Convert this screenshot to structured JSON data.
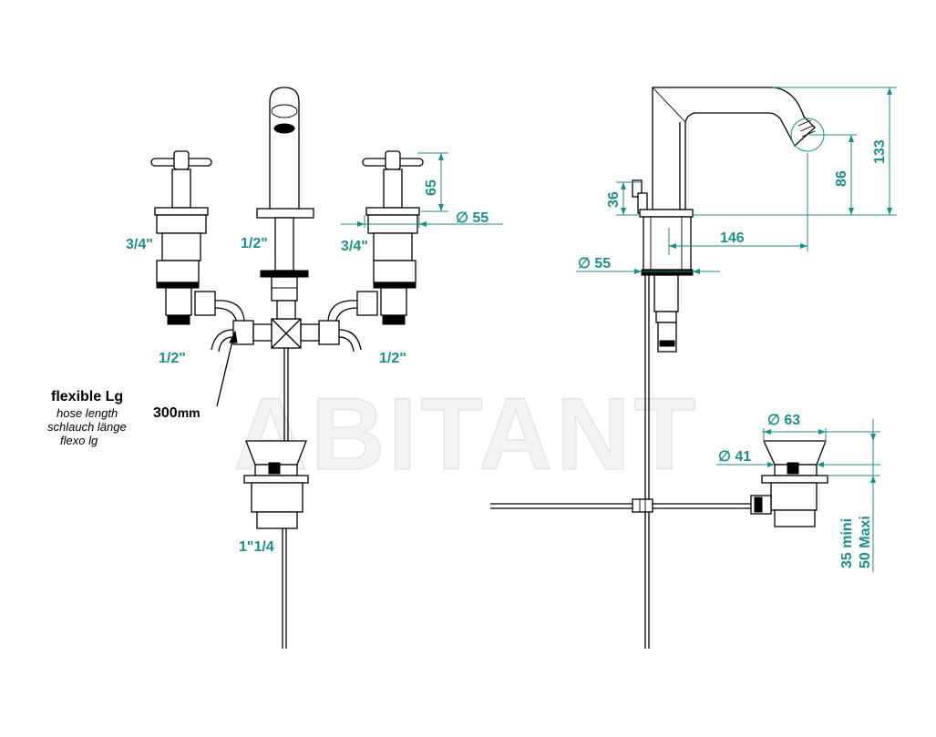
{
  "watermark": "ABITANT",
  "front_view": {
    "labels": {
      "left_inlet": "3/4\"",
      "spout_inlet": "1/2\"",
      "right_inlet": "3/4\"",
      "left_outlet": "1/2\"",
      "right_outlet": "1/2\"",
      "waste": "1\"1/4"
    },
    "dimensions": {
      "handle_height": "65",
      "flange_diameter": "∅  55"
    },
    "hose_note": {
      "title": "flexible Lg",
      "lines": [
        "hose length",
        "schlauch länge",
        "flexo lg"
      ],
      "length_value": "300",
      "length_unit": "mm"
    }
  },
  "side_view": {
    "dimensions": {
      "total_height": "133",
      "outlet_height": "86",
      "base_height": "36",
      "projection": "146",
      "base_diameter": "∅  55"
    }
  },
  "waste_detail": {
    "dimensions": {
      "flange_diameter": "∅  63",
      "body_diameter": "∅  41",
      "thickness_min": "35  mini",
      "thickness_max": "50  Maxi"
    }
  }
}
